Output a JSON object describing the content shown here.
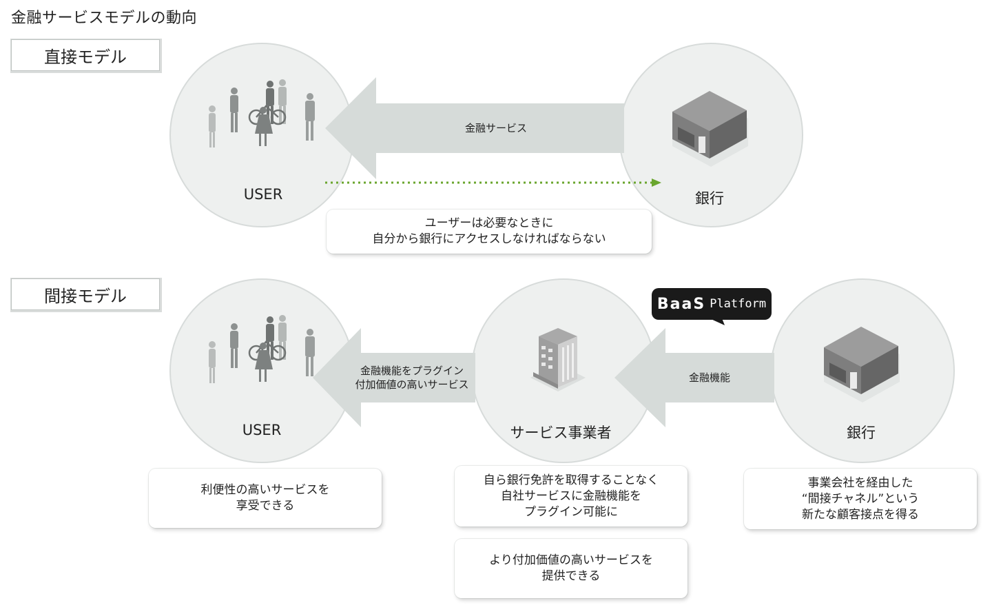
{
  "title": "金融サービスモデルの動向",
  "colors": {
    "circle_fill": "#eef0ef",
    "circle_border": "#d7dbda",
    "arrow_fill": "#d6dbd9",
    "dotted_arrow": "#6aa62e",
    "building": "#8a8a8a",
    "baas_bg": "#1a1a1a"
  },
  "direct": {
    "label": "直接モデル",
    "user_label": "USER",
    "bank_label": "銀行",
    "arrow_text": "金融サービス",
    "note_lines": [
      "ユーザーは必要なときに",
      "自分から銀行にアクセスしなければならない"
    ]
  },
  "indirect": {
    "label": "間接モデル",
    "user_label": "USER",
    "provider_label": "サービス事業者",
    "bank_label": "銀行",
    "arrow_left_lines": [
      "金融機能をプラグイン",
      "付加価値の高いサービス"
    ],
    "arrow_right_text": "金融機能",
    "baas": {
      "big": "BaaS",
      "small": "Platform"
    },
    "note_user": [
      "利便性の高いサービスを",
      "享受できる"
    ],
    "note_provider_1": [
      "自ら銀行免許を取得することなく",
      "自社サービスに金融機能を",
      "プラグイン可能に"
    ],
    "note_provider_2": [
      "より付加価値の高いサービスを",
      "提供できる"
    ],
    "note_bank": [
      "事業会社を経由した",
      "“間接チャネル”という",
      "新たな顧客接点を得る"
    ]
  }
}
